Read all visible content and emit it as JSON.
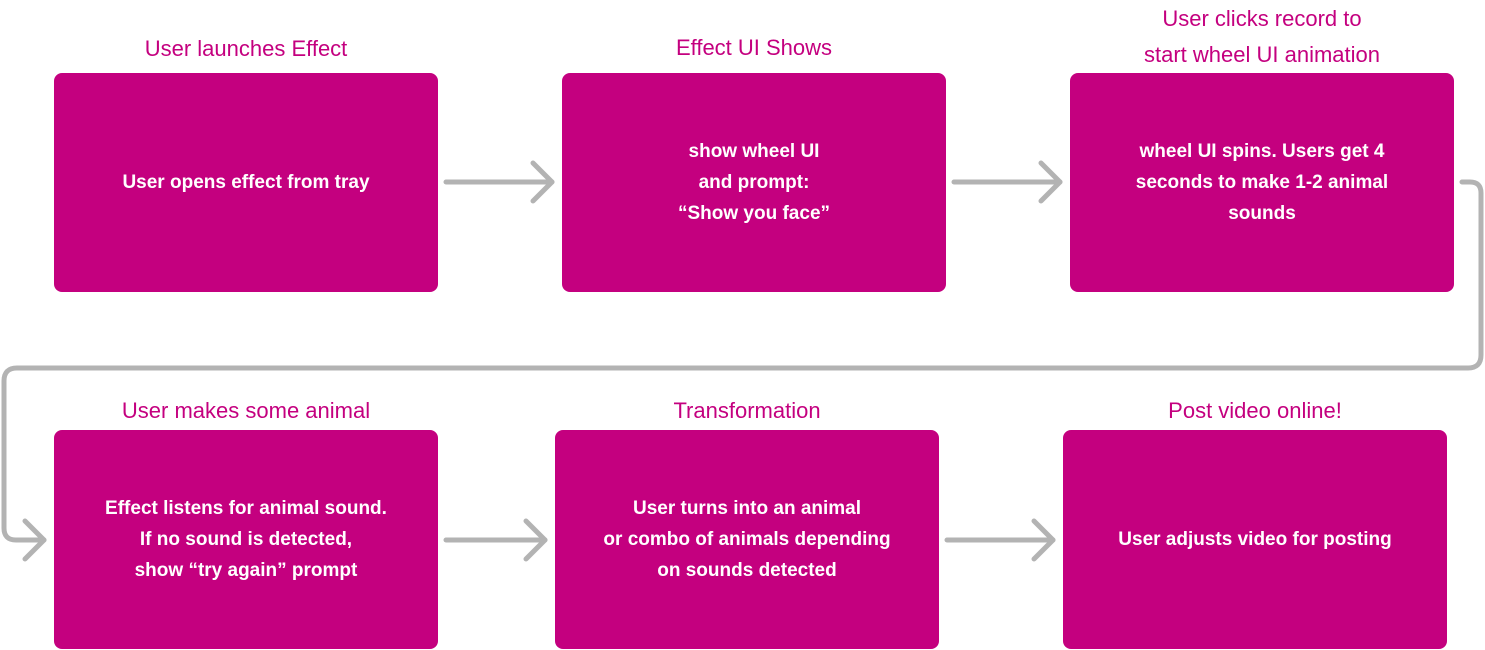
{
  "colors": {
    "accent": "#c4007f",
    "box_text": "#ffffff",
    "connector": "#b3b3b3"
  },
  "steps": [
    {
      "title": "User launches Effect",
      "text": "User opens effect from tray"
    },
    {
      "title": "Effect UI Shows",
      "text": "show wheel UI\nand prompt:\n“Show you face”"
    },
    {
      "title": "User clicks record to\nstart wheel UI animation",
      "text": "wheel UI spins. Users get 4\nseconds to make 1-2 animal\nsounds"
    },
    {
      "title": "User makes some animal",
      "text": "Effect listens for animal sound.\nIf no sound is detected,\nshow “try again” prompt"
    },
    {
      "title": "Transformation",
      "text": "User turns into an animal\nor combo of animals depending\non sounds detected"
    },
    {
      "title": "Post video online!",
      "text": "User adjusts video for posting"
    }
  ]
}
